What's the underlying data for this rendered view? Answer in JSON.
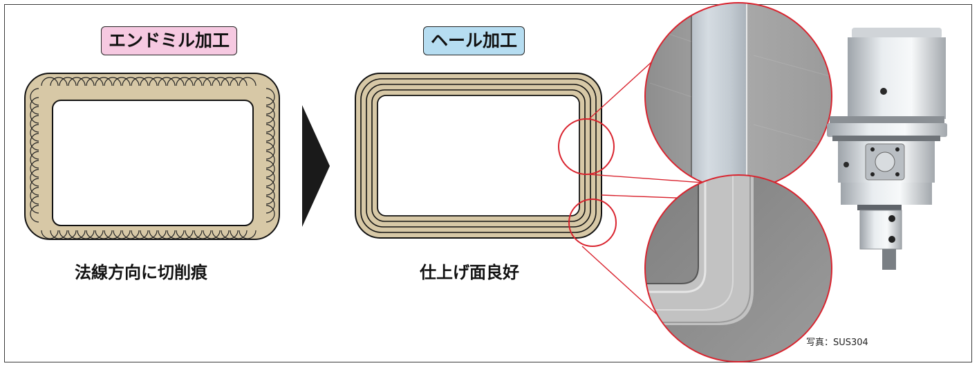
{
  "endmill": {
    "title": "エンドミル加工",
    "caption": "法線方向に切削痕"
  },
  "hale": {
    "title": "ヘール加工",
    "caption": "仕上げ面良好"
  },
  "photo_note": "写真：SUS304",
  "colors": {
    "endmill_label_bg": "#f6c9e1",
    "hale_label_bg": "#b6ddf1",
    "tan_fill": "#d7c8a6",
    "arrow": "#1a1a1a",
    "zoom_circle": "#d9232e"
  }
}
